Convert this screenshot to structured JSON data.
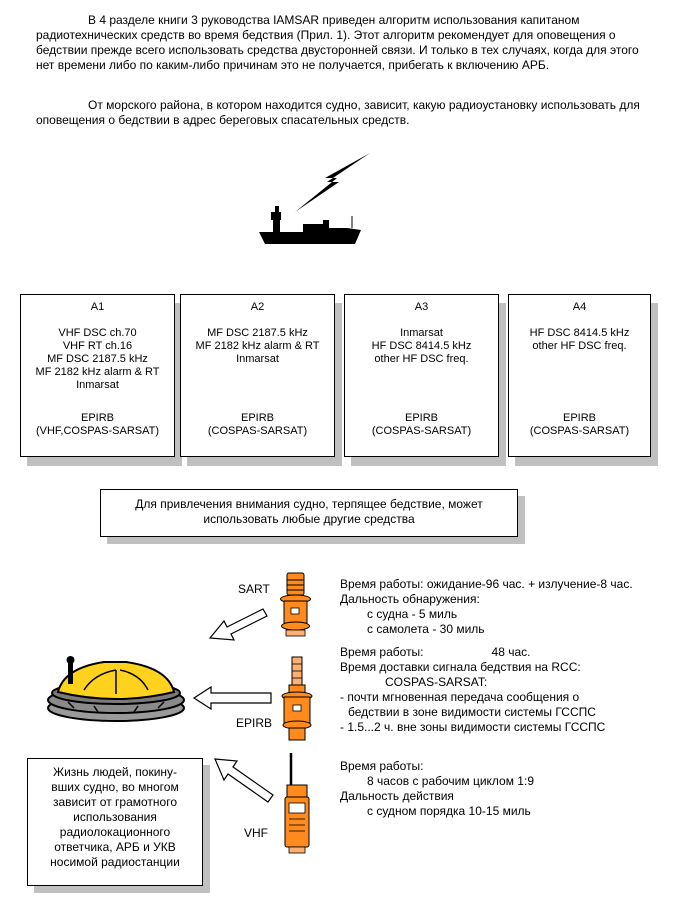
{
  "intro": {
    "paragraph1": "В 4 разделе книги 3 руководства IAMSAR приведен алгоритм использования капитаном радиотехнических средств во время бедствия (Прил. 1). Этот алгоритм рекомендует для оповещения о бедствии прежде всего использовать средства двусторонней связи. И только в тех случаях, когда для этого нет времени либо по каким-либо причинам это не получается, прибегать к включению АРБ.",
    "paragraph2": "От морского района, в котором находится судно, зависит, какую радиоустановку использовать для оповещения о бедствии в адрес береговых спасательных средств."
  },
  "zones": [
    {
      "title": "A1",
      "equipment": [
        "VHF DSC ch.70",
        "VHF RT ch.16",
        "MF DSC 2187.5 kHz",
        "MF 2182 kHz alarm & RT",
        "Inmarsat"
      ],
      "epirb": [
        "EPIRB",
        "(VHF,COSPAS-SARSAT)"
      ]
    },
    {
      "title": "A2",
      "equipment": [
        "MF DSC 2187.5 kHz",
        "MF 2182 kHz alarm & RT",
        "Inmarsat"
      ],
      "epirb": [
        "EPIRB",
        "(COSPAS-SARSAT)"
      ]
    },
    {
      "title": "A3",
      "equipment": [
        "Inmarsat",
        "HF DSC 8414.5 kHz",
        "other HF DSC freq."
      ],
      "epirb": [
        "EPIRB",
        "(COSPAS-SARSAT)"
      ]
    },
    {
      "title": "A4",
      "equipment": [
        "HF DSC 8414.5 kHz",
        "other HF DSC freq."
      ],
      "epirb": [
        "EPIRB",
        "(COSPAS-SARSAT)"
      ]
    }
  ],
  "notice": "Для привлечения внимания судно, терпящее бедствие, может использовать любые другие средства",
  "devices": {
    "sart": {
      "label": "SART",
      "lines": [
        "Время работы: ожидание-96 час. + излучение-8 час.",
        "Дальность обнаружения:",
        "с судна   - 5 миль",
        "с самолета    - 30 миль"
      ]
    },
    "epirb": {
      "label": "EPIRB",
      "hours_label": "Время работы:",
      "hours_value": "48 час.",
      "lines": [
        "Время доставки сигнала бедствия на RCC:",
        "COSPAS-SARSAT:",
        "- почти мгновенная передача сообщения о",
        "бедствии в зоне видимости системы ГССПС",
        "- 1.5...2 ч. вне зоны видимости системы ГССПС"
      ]
    },
    "vhf": {
      "label": "VHF",
      "lines": [
        "Время работы:",
        "8 часов с рабочим циклом 1:9",
        "Дальность действия",
        "с судном порядка 10-15 миль"
      ]
    }
  },
  "survivors_note": [
    "Жизнь людей, покину-",
    "вших судно, во многом",
    "зависит от грамотного",
    "использования",
    "радиолокационного",
    "ответчика, АРБ и УКВ",
    "носимой радиостанции"
  ],
  "colors": {
    "device_orange": "#ff8a1e",
    "raft_yellow": "#ffd21e",
    "shadow": "#c0c0c0"
  }
}
